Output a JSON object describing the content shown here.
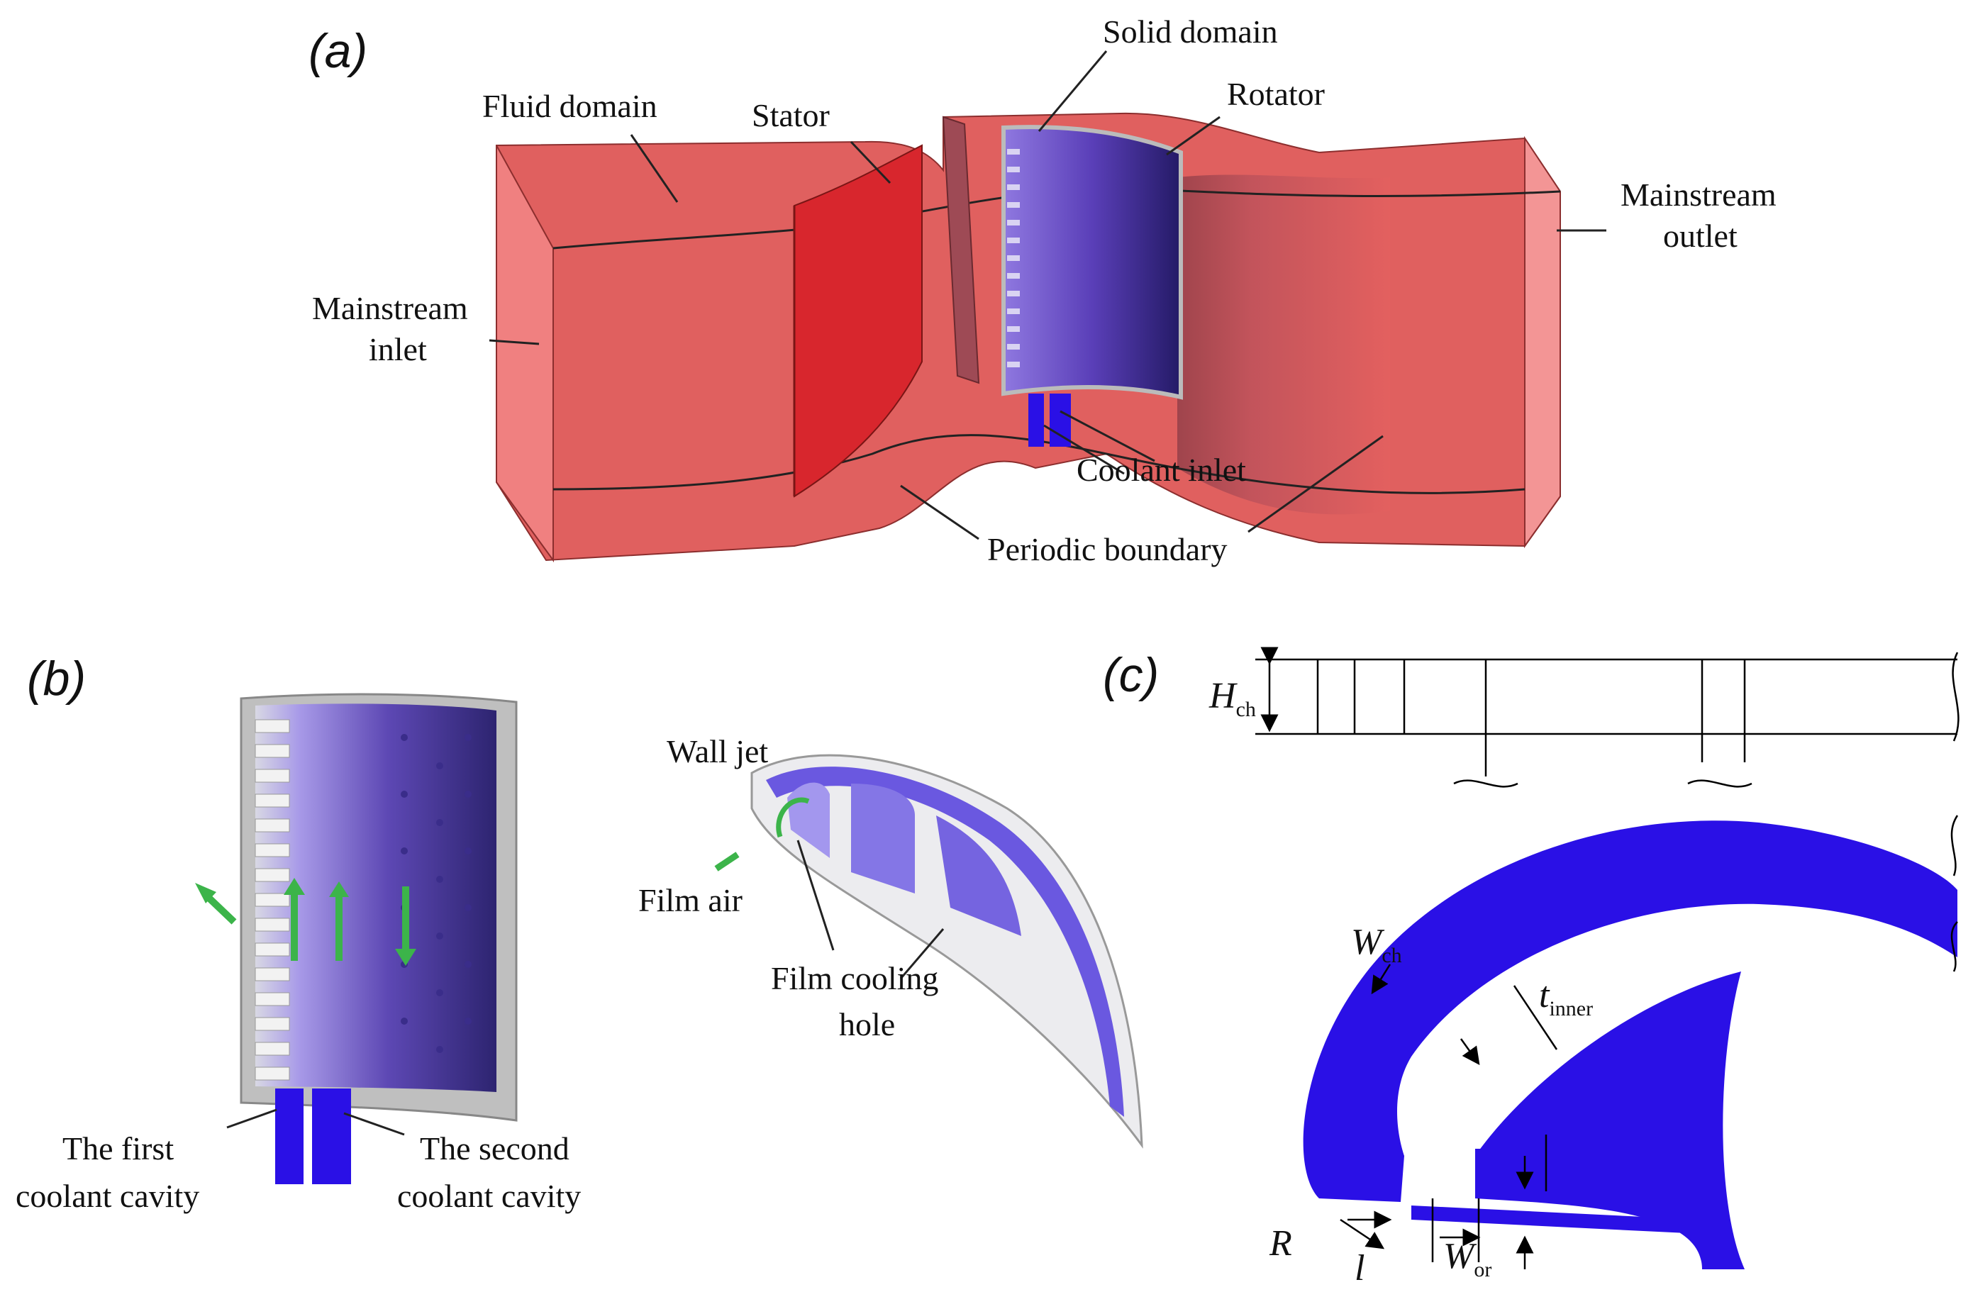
{
  "panels": {
    "a": "(a)",
    "b": "(b)",
    "c": "(c)"
  },
  "labels_a": {
    "fluid_domain": "Fluid domain",
    "stator": "Stator",
    "solid_domain": "Solid domain",
    "rotator": "Rotator",
    "mainstream_inlet_1": "Mainstream",
    "mainstream_inlet_2": "inlet",
    "mainstream_outlet_1": "Mainstream",
    "mainstream_outlet_2": "outlet",
    "coolant_inlet": "Coolant inlet",
    "periodic_boundary": "Periodic boundary"
  },
  "labels_b": {
    "wall_jet": "Wall jet",
    "film_air": "Film air",
    "film_cooling_hole_1": "Film cooling",
    "film_cooling_hole_2": "hole",
    "first_cavity_1": "The first",
    "first_cavity_2": "coolant cavity",
    "second_cavity_1": "The second",
    "second_cavity_2": "coolant cavity"
  },
  "labels_c": {
    "h": "H",
    "h_sub": "ch",
    "w": "W",
    "w_sub": "ch",
    "t": "t",
    "t_sub": "inner",
    "r": "R",
    "l": "l",
    "wor": "W",
    "wor_sub": "or"
  },
  "colors": {
    "fluid": "#e0605f",
    "fluid_dark": "#c93a3a",
    "solid_blue": "#2a10e6",
    "violet": "#7b5ad6",
    "arrow_green": "#3cb44a"
  }
}
